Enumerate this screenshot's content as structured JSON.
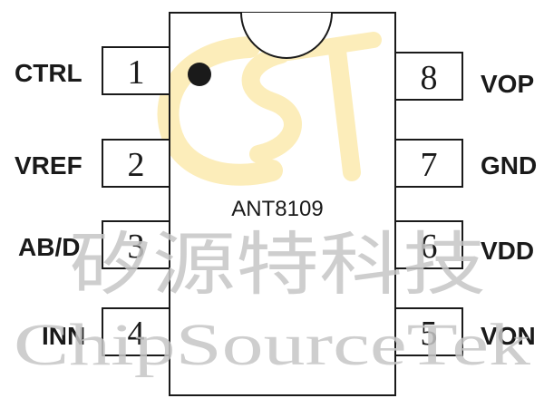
{
  "chip": {
    "name": "ANT8109"
  },
  "pins": [
    {
      "number": "1",
      "label": "CTRL"
    },
    {
      "number": "2",
      "label": "VREF"
    },
    {
      "number": "3",
      "label": "AB/D"
    },
    {
      "number": "4",
      "label": "INN"
    },
    {
      "number": "5",
      "label": "VON"
    },
    {
      "number": "6",
      "label": "VDD"
    },
    {
      "number": "7",
      "label": "GND"
    },
    {
      "number": "8",
      "label": "VOP"
    }
  ],
  "watermark": {
    "chinese": "矽源特科技",
    "english": "ChipSourceTek"
  },
  "colors": {
    "outline": "#1a1a1a",
    "logo_yellow": "#fbe7a3",
    "watermark_gray": "#c6c6c6"
  }
}
